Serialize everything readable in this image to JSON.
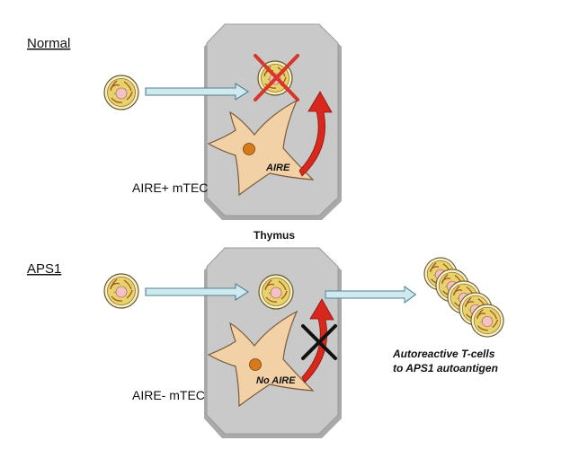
{
  "sections": {
    "normal": "Normal",
    "aps1": "APS1"
  },
  "thymus_label": "Thymus",
  "normal_panel": {
    "mtec_caption": "AIRE+ mTEC",
    "cell_label": "AIRE"
  },
  "aps1_panel": {
    "mtec_caption": "AIRE- mTEC",
    "cell_label": "No AIRE",
    "result_line1": "Autoreactive T-cells",
    "result_line2": "to APS1 autoantigen"
  },
  "colors": {
    "thymus_fill": "#c9c9c9",
    "mtec_fill": "#f3d1a7",
    "tcell_fill": "#e6d36a",
    "arrow_fill": "#cfe9ee",
    "red_arrow": "#d8271c",
    "x_mark_red": "#d9352a",
    "x_mark_black": "#111111"
  }
}
